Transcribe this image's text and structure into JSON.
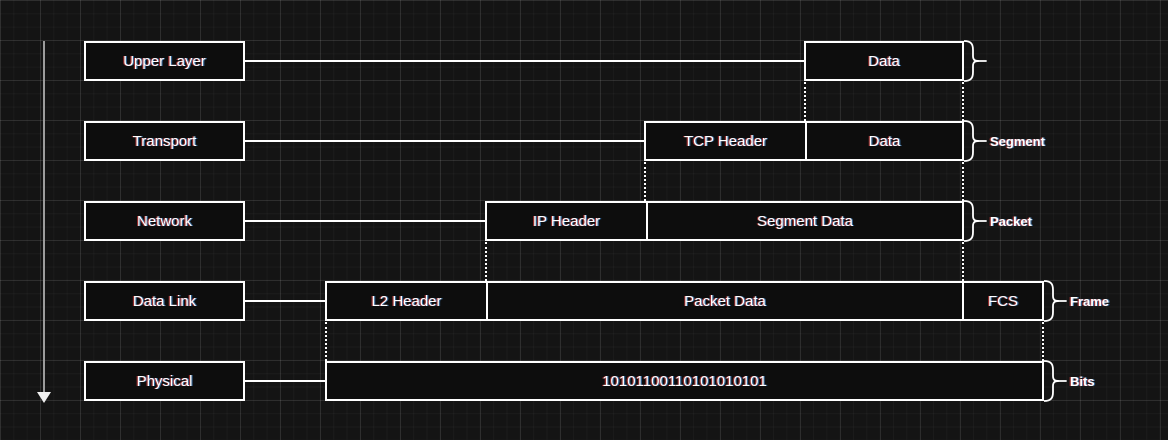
{
  "diagram": {
    "layers": [
      {
        "name": "Upper Layer",
        "pdu_label": "",
        "segments": [
          "Data"
        ]
      },
      {
        "name": "Transport",
        "pdu_label": "Segment",
        "segments": [
          "TCP Header",
          "Data"
        ]
      },
      {
        "name": "Network",
        "pdu_label": "Packet",
        "segments": [
          "IP Header",
          "Segment Data"
        ]
      },
      {
        "name": "Data Link",
        "pdu_label": "Frame",
        "segments": [
          "L2 Header",
          "Packet Data",
          "FCS"
        ]
      },
      {
        "name": "Physical",
        "pdu_label": "Bits",
        "segments": [
          "10101100110101010101"
        ]
      }
    ],
    "colors": {
      "background": "#141414",
      "box_fill": "#0d0d0d",
      "box_border": "#ffffff",
      "text": "#ffffff",
      "flow_arrow": "#9c9c9c"
    }
  }
}
